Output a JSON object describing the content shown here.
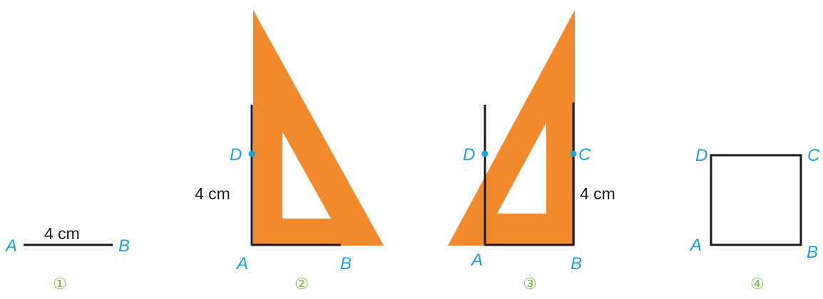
{
  "colors": {
    "set_square": "#f18a2c",
    "line": "#1a1a1a",
    "point": "#1aa3d9",
    "label": "#1aa3d9",
    "step_number": "#7cbf4a"
  },
  "steps": [
    {
      "number": "①",
      "points": {
        "A": "A",
        "B": "B"
      },
      "length_label": "4 cm"
    },
    {
      "number": "②",
      "points": {
        "A": "A",
        "B": "B",
        "D": "D"
      },
      "length_label": "4 cm"
    },
    {
      "number": "③",
      "points": {
        "A": "A",
        "B": "B",
        "C": "C",
        "D": "D"
      },
      "length_label": "4 cm"
    },
    {
      "number": "④",
      "points": {
        "A": "A",
        "B": "B",
        "C": "C",
        "D": "D"
      }
    }
  ]
}
